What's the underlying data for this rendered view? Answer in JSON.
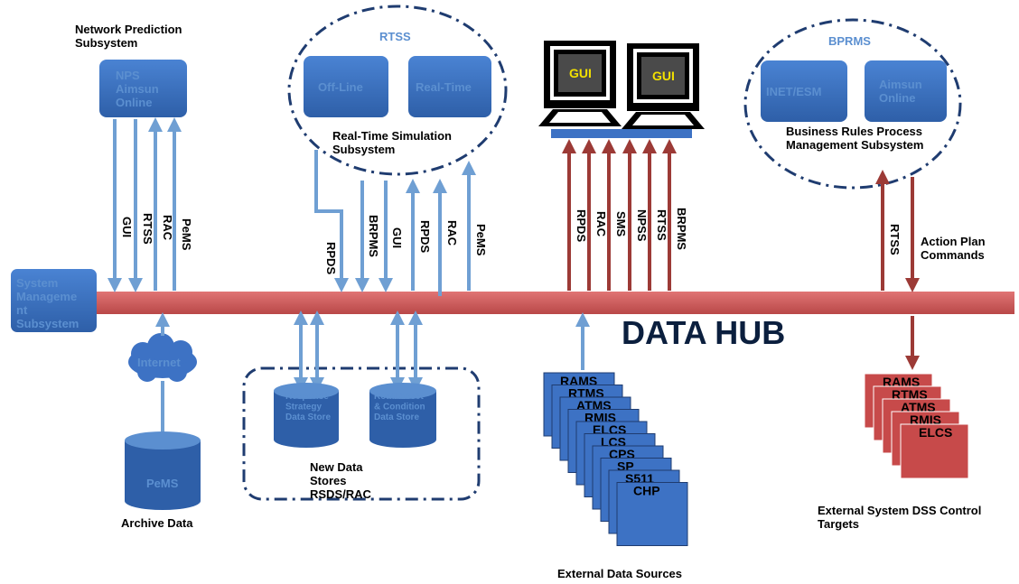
{
  "colors": {
    "hub": "#d15a5a",
    "blue_box": "#3d72c4",
    "blue_arrow": "#6f9fd3",
    "red_arrow": "#9c3a36",
    "dark_blue": "#1f3c70"
  },
  "hub": {
    "label": "DATA HUB"
  },
  "nps": {
    "caption": "Network Prediction\nSubsystem",
    "box": "NPS\nAimsun\nOnline",
    "arrows": [
      "GUI",
      "RTSS",
      "RAC",
      "PeMS"
    ]
  },
  "rtss": {
    "title": "RTSS",
    "offline": "Off-Line",
    "realtime": "Real-Time",
    "caption": "Real-Time Simulation\nSubsystem",
    "arrows": [
      "RPDS",
      "BRPMS",
      "GUI",
      "RPDS",
      "RAC",
      "PeMS"
    ]
  },
  "gui": {
    "screen1": "GUI",
    "screen2": "GUI",
    "arrows": [
      "RPDS",
      "RAC",
      "SMS",
      "NPSS",
      "RTSS",
      "BRPMS"
    ]
  },
  "bprms": {
    "title": "BPRMS",
    "inet": "INET/ESM",
    "aimsun": "Aimsun\nOnline",
    "caption": "Business Rules Process\nManagement Subsystem",
    "arrow": "RTSS",
    "action": "Action Plan\nCommands"
  },
  "system_mgmt": {
    "label": "System\nManageme\nnt\nSubsystem"
  },
  "archive": {
    "internet": "Internet",
    "pems": "PeMS",
    "caption": "Archive Data"
  },
  "stores": {
    "response": "Response\nStrategy\nData Store",
    "road": "Road Asset\n& Condition\nData Store",
    "caption": "New Data\nStores\nRSDS/RAC"
  },
  "external": {
    "sources": [
      "RAMS",
      "RTMS",
      "ATMS",
      "RMIS",
      "ELCS",
      "LCS",
      "CPS",
      "SP",
      "S511",
      "CHP"
    ],
    "caption": "External Data Sources"
  },
  "targets": {
    "items": [
      "RAMS",
      "RTMS",
      "ATMS",
      "RMIS",
      "ELCS"
    ],
    "caption": "External System DSS Control\nTargets"
  }
}
